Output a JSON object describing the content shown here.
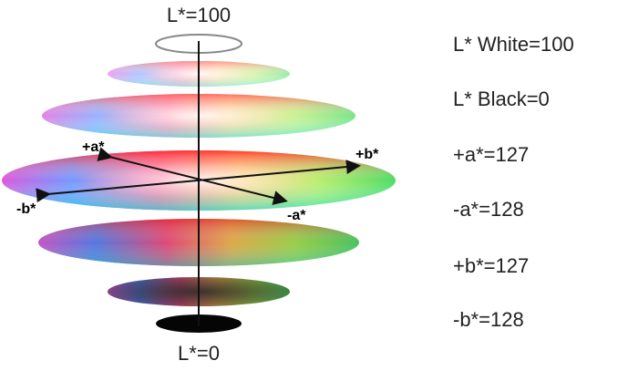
{
  "diagram": {
    "top_label": "L*=100",
    "bottom_label": "L*=0",
    "axis_labels": {
      "plus_a": "+a*",
      "minus_a": "-a*",
      "plus_b": "+b*",
      "minus_b": "-b*"
    }
  },
  "legend": [
    "L* White=100",
    "L* Black=0",
    "+a*=127",
    "-a*=128",
    "+b*=127",
    "-b*=128"
  ],
  "colors": {
    "red": "#ff2a2a",
    "magenta": "#e633d9",
    "blue": "#3a6cff",
    "cyan": "#33e6e6",
    "green": "#33d633",
    "yellow": "#e6e633",
    "axis": "#111111"
  }
}
